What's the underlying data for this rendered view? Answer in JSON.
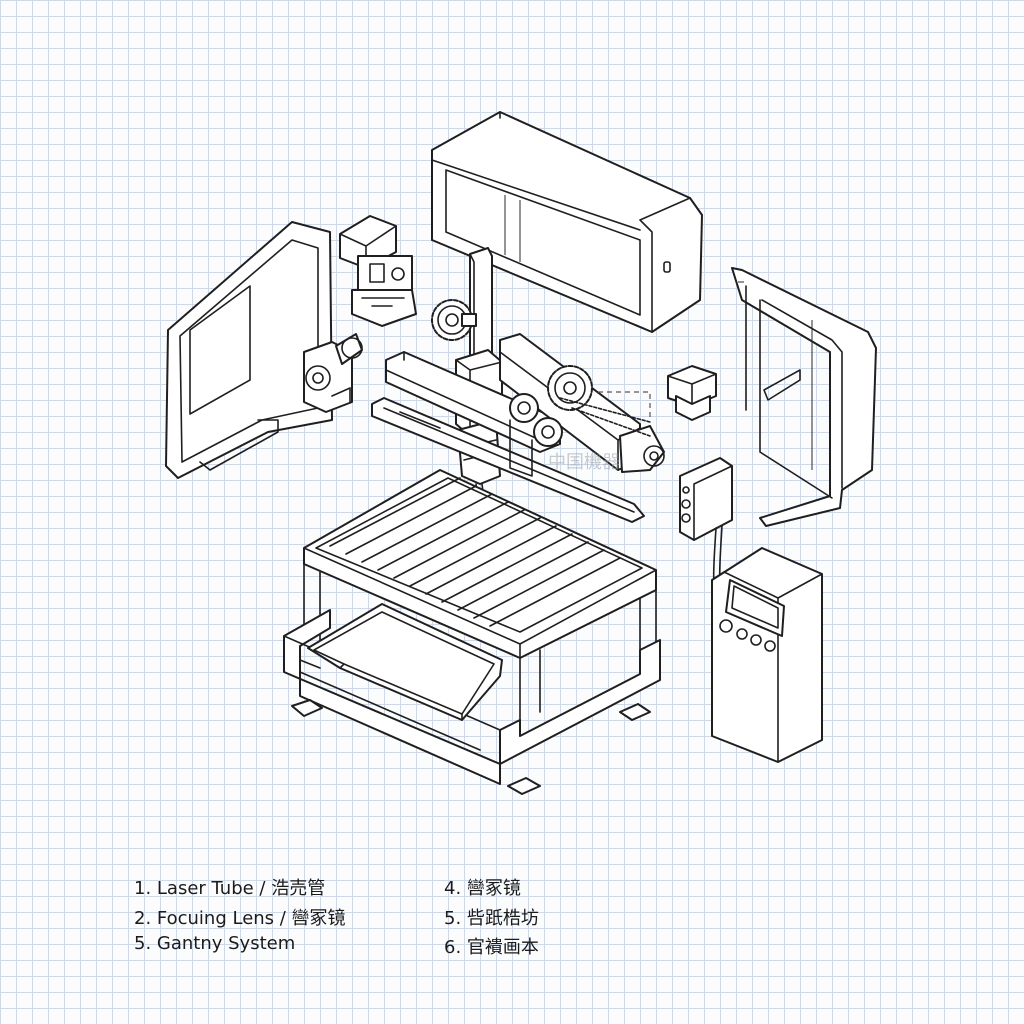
{
  "diagram": {
    "watermark": "中国機器",
    "legend": [
      {
        "text": "1. Laser Tube / 浩売管"
      },
      {
        "text": "2. Focuing Lens / 㘘冢镜"
      },
      {
        "text": "5. Gantny System"
      },
      {
        "text": "4. 㘘冢镜"
      },
      {
        "text": "5. 呰䟗梏坊"
      },
      {
        "text": "6. 官䙡画本"
      }
    ]
  }
}
